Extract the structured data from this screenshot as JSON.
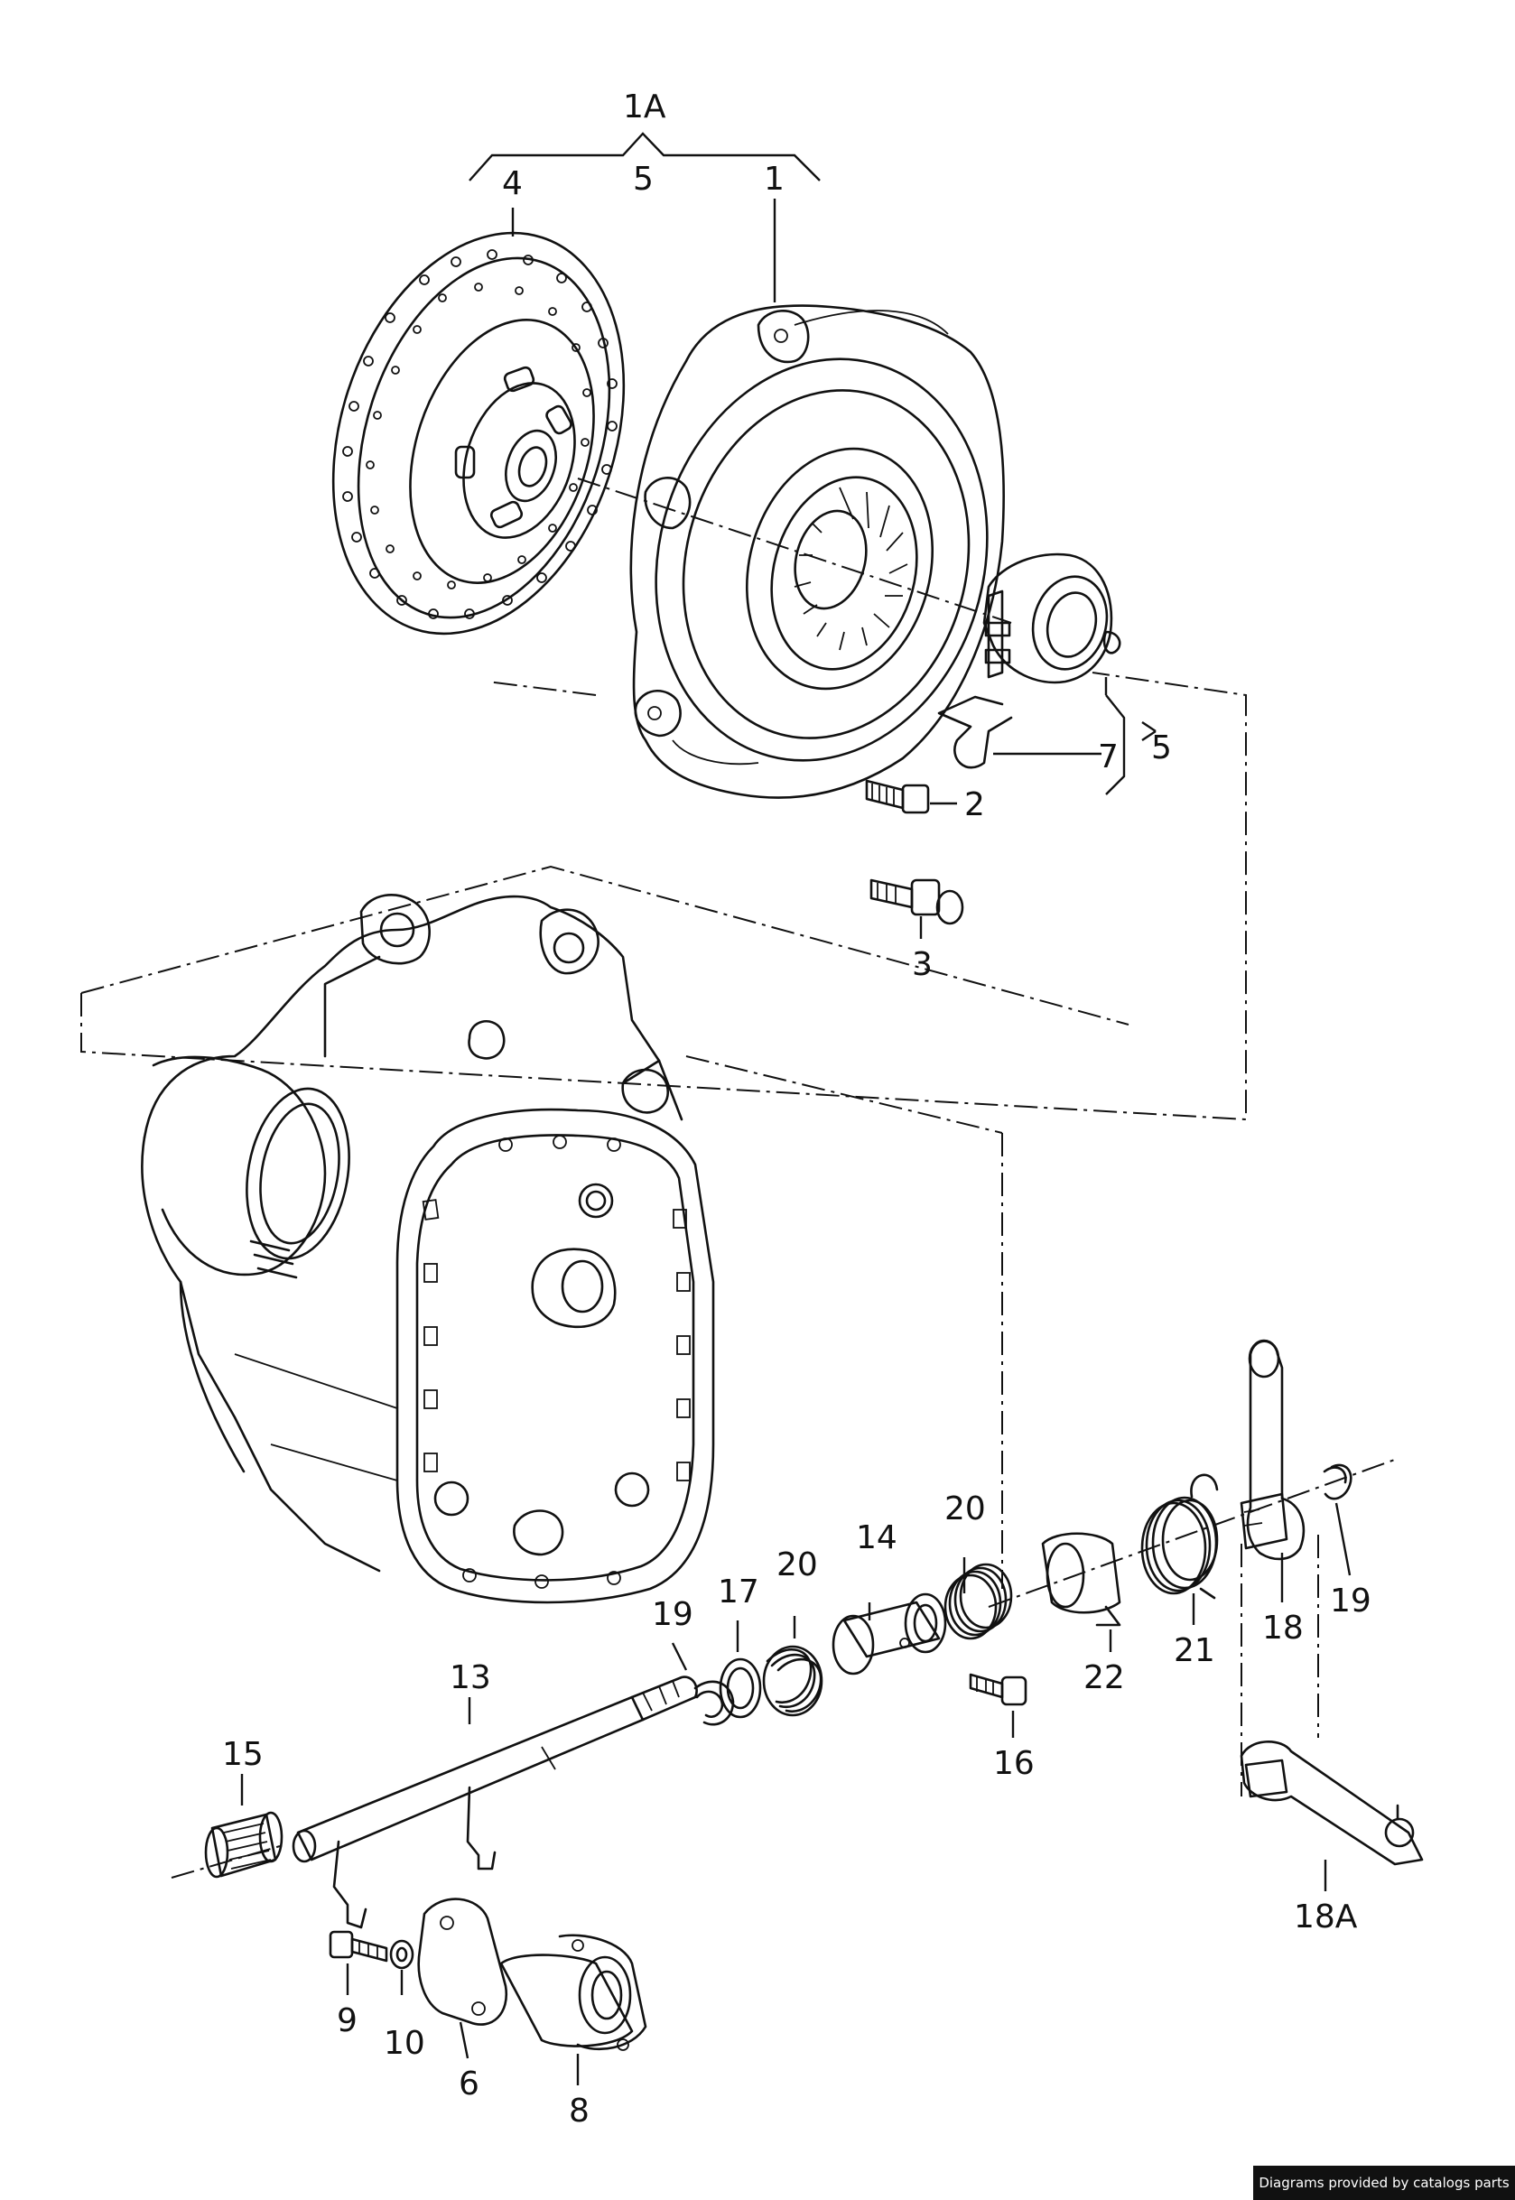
{
  "diagram": {
    "labels": {
      "l1A": "1A",
      "l4": "4",
      "l5top": "5",
      "l1": "1",
      "l7": "7",
      "l5right": "5",
      "l2": "2",
      "l3": "3",
      "l20a": "20",
      "l14": "14",
      "l20b": "20",
      "l17": "17",
      "l19a": "19",
      "l13": "13",
      "l16": "16",
      "l22": "22",
      "l21": "21",
      "l18": "18",
      "l19b": "19",
      "l15": "15",
      "l18A": "18A",
      "l9": "9",
      "l10": "10",
      "l6": "6",
      "l8": "8"
    },
    "credit": "Diagrams provided by catalogs parts"
  }
}
